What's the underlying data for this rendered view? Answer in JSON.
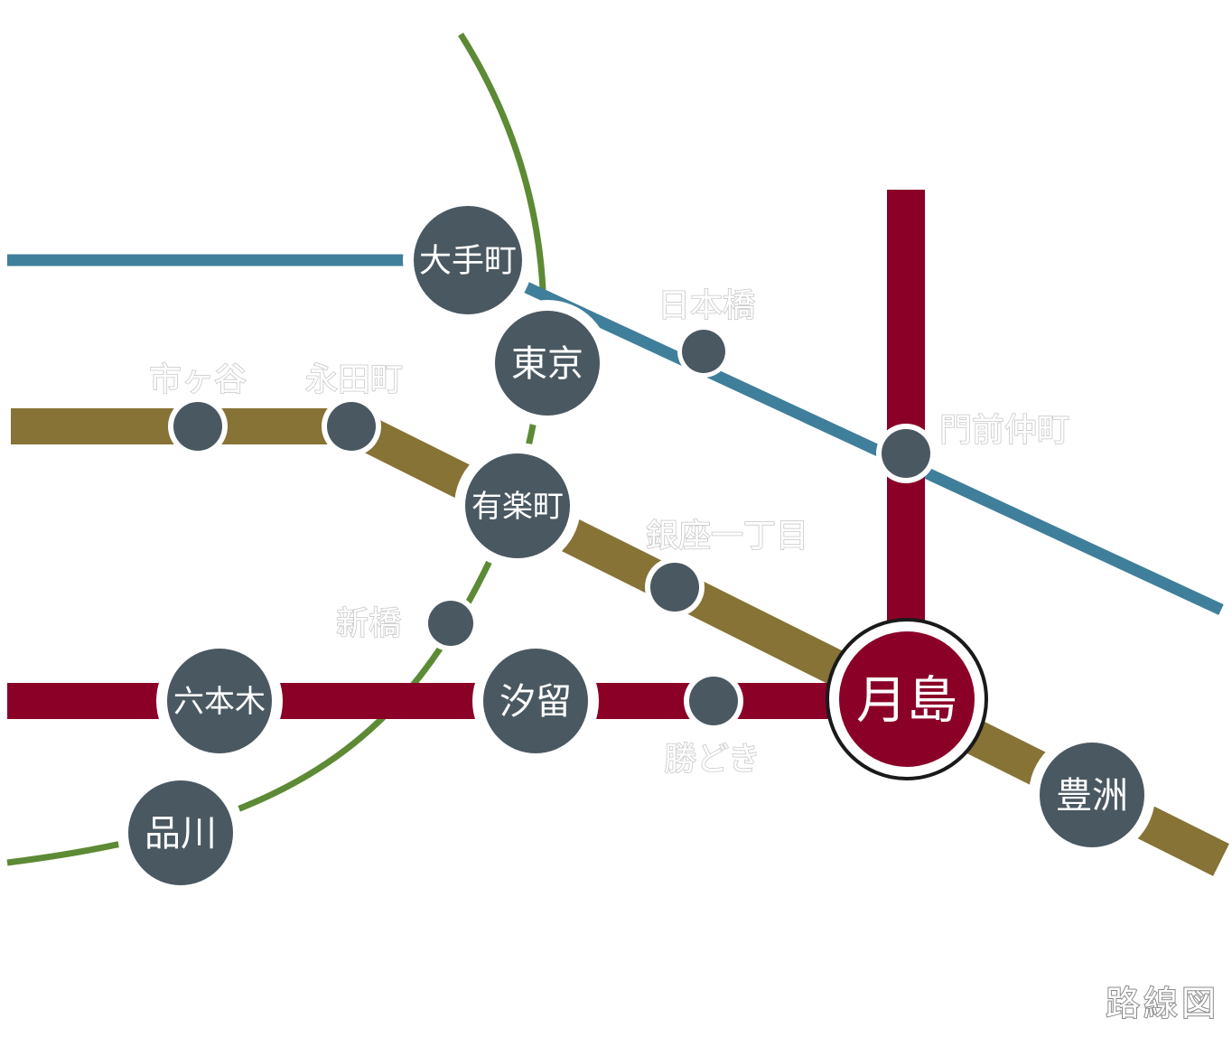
{
  "map_title": "路線図",
  "colors": {
    "station_fill": "#4a5861",
    "station_ring": "#ffffff",
    "highlight_fill": "#8b0027",
    "highlight_border": "#1a1a1a",
    "background": "#ffffff"
  },
  "lines": [
    {
      "id": "green",
      "color": "#5d8a35"
    },
    {
      "id": "blue",
      "color": "#3f7f9b"
    },
    {
      "id": "olive",
      "color": "#867335"
    },
    {
      "id": "red",
      "color": "#8b0027"
    }
  ],
  "major_stations": [
    {
      "id": "otemachi",
      "label": "大手町"
    },
    {
      "id": "tokyo",
      "label": "東京"
    },
    {
      "id": "yurakucho",
      "label": "有楽町"
    },
    {
      "id": "roppongi",
      "label": "六本木"
    },
    {
      "id": "shiodome",
      "label": "汐留"
    },
    {
      "id": "shinagawa",
      "label": "品川"
    },
    {
      "id": "toyosu",
      "label": "豊洲"
    }
  ],
  "highlight_station": {
    "id": "tsukishima",
    "label": "月島"
  },
  "minor_stations": [
    {
      "id": "nihonbashi",
      "label": "日本橋"
    },
    {
      "id": "ichigaya",
      "label": "市ヶ谷"
    },
    {
      "id": "nagatacho",
      "label": "永田町"
    },
    {
      "id": "monzen-nakacho",
      "label": "門前仲町"
    },
    {
      "id": "ginza-itchome",
      "label": "銀座一丁目"
    },
    {
      "id": "shimbashi",
      "label": "新橋"
    },
    {
      "id": "kachidoki",
      "label": "勝どき"
    }
  ]
}
